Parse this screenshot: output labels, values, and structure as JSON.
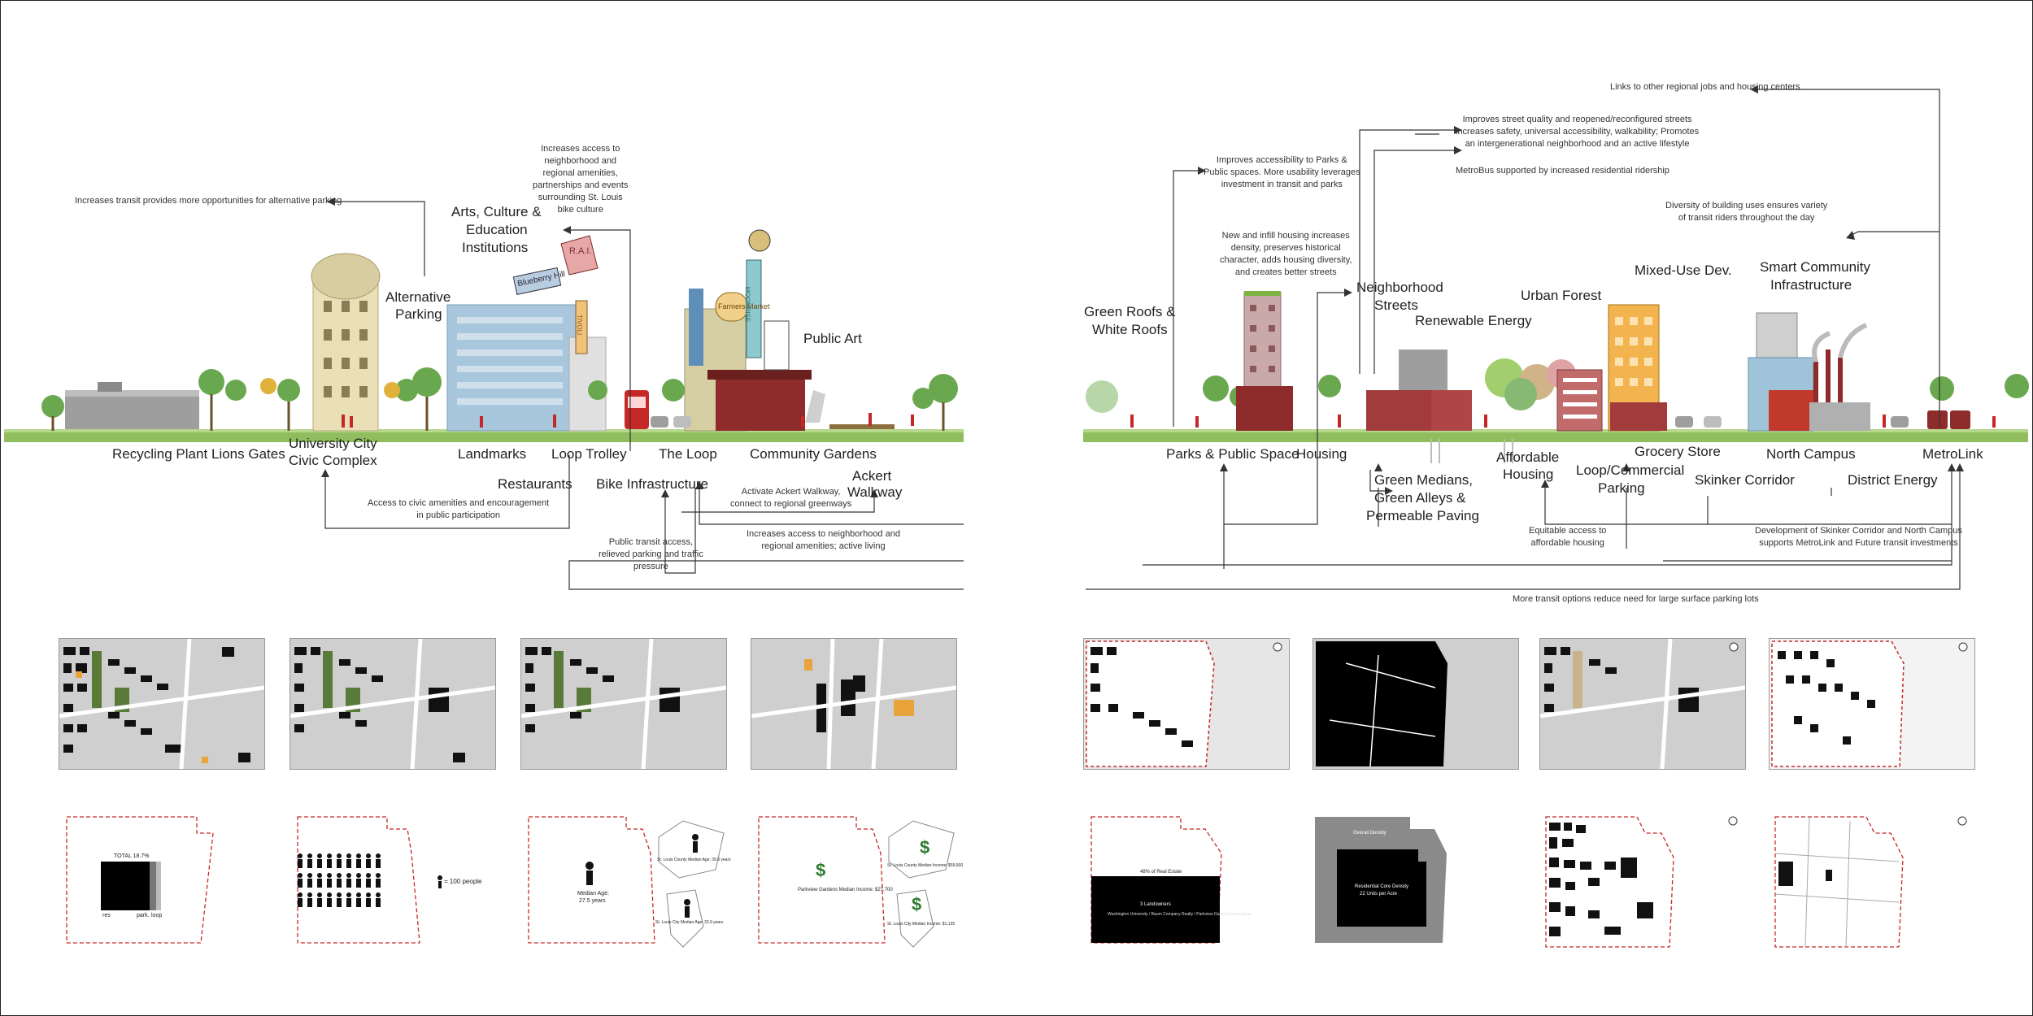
{
  "left_panel": {
    "ground_labels": [
      {
        "id": "recycling",
        "text": "Recycling Plant"
      },
      {
        "id": "lions",
        "text": "Lions Gates"
      },
      {
        "id": "ucity1",
        "text": "University City"
      },
      {
        "id": "ucity2",
        "text": "Civic Complex"
      },
      {
        "id": "landmarks",
        "text": "Landmarks"
      },
      {
        "id": "trolley",
        "text": "Loop Trolley"
      },
      {
        "id": "restaurants",
        "text": "Restaurants"
      },
      {
        "id": "theloop",
        "text": "The  Loop"
      },
      {
        "id": "bike",
        "text": "Bike Infrastructure"
      },
      {
        "id": "community",
        "text": "Community Gardens"
      },
      {
        "id": "ackert1",
        "text": "Ackert"
      },
      {
        "id": "ackert2",
        "text": "Walkway"
      }
    ],
    "sky_labels": [
      {
        "id": "alt1",
        "text": "Alternative"
      },
      {
        "id": "alt2",
        "text": "Parking"
      },
      {
        "id": "arts1",
        "text": "Arts, Culture &"
      },
      {
        "id": "arts2",
        "text": "Education"
      },
      {
        "id": "arts3",
        "text": "Institutions"
      },
      {
        "id": "publicart",
        "text": "Public Art"
      }
    ],
    "notes": [
      {
        "id": "n_transit",
        "lines": [
          "Increases transit provides more opportunities for alternative parking"
        ]
      },
      {
        "id": "n_access",
        "lines": [
          "Increases access to",
          "neighborhood and",
          "regional amenities,",
          "partnerships and events",
          "surrounding St. Louis",
          "bike culture"
        ]
      },
      {
        "id": "n_civic",
        "lines": [
          "Access to civic amenities and encouragement",
          "in public participation"
        ]
      },
      {
        "id": "n_ackert",
        "lines": [
          "Activate Ackert Walkway,",
          "connect to regional greenways"
        ]
      },
      {
        "id": "n_regional",
        "lines": [
          "Increases access to neighborhood and",
          "regional amenities; active living"
        ]
      },
      {
        "id": "n_public",
        "lines": [
          "Public transit access,",
          "relieved parking and traffic",
          "pressure"
        ]
      }
    ],
    "signs": {
      "blueberry": "Blueberry Hill",
      "rai": "R.A.I.",
      "farmers": "Farmers Market",
      "moonrise": "MOONRISE",
      "tivoli": "TIVOLI"
    }
  },
  "right_panel": {
    "ground_labels": [
      {
        "id": "parks",
        "text": "Parks & Public Space"
      },
      {
        "id": "housing",
        "text": "Housing"
      },
      {
        "id": "gm1",
        "text": "Green Medians,"
      },
      {
        "id": "gm2",
        "text": "Green Alleys &"
      },
      {
        "id": "gm3",
        "text": "Permeable Paving"
      },
      {
        "id": "afford1",
        "text": "Affordable"
      },
      {
        "id": "afford2",
        "text": "Housing"
      },
      {
        "id": "grocery",
        "text": "Grocery Store"
      },
      {
        "id": "loopc1",
        "text": "Loop/Commercial"
      },
      {
        "id": "loopc2",
        "text": "Parking"
      },
      {
        "id": "skinker",
        "text": "Skinker Corridor"
      },
      {
        "id": "north",
        "text": "North Campus"
      },
      {
        "id": "district",
        "text": "District Energy"
      },
      {
        "id": "metrolink",
        "text": "MetroLink"
      }
    ],
    "sky_labels": [
      {
        "id": "roof1",
        "text": "Green Roofs &"
      },
      {
        "id": "roof2",
        "text": "White Roofs"
      },
      {
        "id": "neigh1",
        "text": "Neighborhood"
      },
      {
        "id": "neigh2",
        "text": "Streets"
      },
      {
        "id": "renew",
        "text": "Renewable Energy"
      },
      {
        "id": "urban",
        "text": "Urban Forest"
      },
      {
        "id": "mixed",
        "text": "Mixed-Use Dev."
      },
      {
        "id": "smart1",
        "text": "Smart Community"
      },
      {
        "id": "smart2",
        "text": "Infrastructure"
      }
    ],
    "notes": [
      {
        "id": "r_links",
        "lines": [
          "Links to  other regional jobs and housing centers"
        ]
      },
      {
        "id": "r_streets",
        "lines": [
          "Improves street quality and reopened/reconfigured streets",
          "increases safety, universal accessibility, walkability; Promotes",
          "an intergenerational neighborhood and an active lifestyle"
        ]
      },
      {
        "id": "r_metrobus",
        "lines": [
          "MetroBus supported by increased residential ridership"
        ]
      },
      {
        "id": "r_parks",
        "lines": [
          "Improves accessibility to Parks &",
          "Public spaces. More usability leverages",
          "investment in transit and parks"
        ]
      },
      {
        "id": "r_infill",
        "lines": [
          "New and infill housing increases",
          "density, preserves historical",
          "character, adds housing diversity,",
          "and creates better streets"
        ]
      },
      {
        "id": "r_diversity",
        "lines": [
          "Diversity of building uses ensures variety",
          "of transit riders throughout the day"
        ]
      },
      {
        "id": "r_equitable",
        "lines": [
          "Equitable access to",
          "affordable housing"
        ]
      },
      {
        "id": "r_skinker",
        "lines": [
          "Development of Skinker Corridor and North Campus",
          "supports MetroLink and Future transit investments"
        ]
      },
      {
        "id": "r_moretransit",
        "lines": [
          "More transit options reduce need for large surface parking lots"
        ]
      }
    ]
  },
  "diagram_texts": {
    "total": "TOTAL  18.7%",
    "res": "res",
    "park": "park.",
    "loop": "loop",
    "people": "= 100 people",
    "median_age": "Median Age:",
    "median_age_val": "27.5 years",
    "county_age": "St. Louis County Median Age: 39.9 years",
    "city_age": "St. Louis City Median Age: 33.9 years",
    "parkview": "Parkview Gardens Median Income: $27,700",
    "county_income": "St. Louis County Median Income: $59,500",
    "city_income": "St. Louis City Median Income: $1,135",
    "real_estate": "48% of Real Estate",
    "landowners": "3 Landowners",
    "landowner_list": "Washington University / Baum Company Realty / Parkview Gardens Association",
    "overall": "Overall Density",
    "residential": "Residential Core Density",
    "res_val": "22 Units per Acre"
  },
  "colors": {
    "green": "#7cb342",
    "red": "#c62828",
    "accent": "#e8a33a"
  }
}
